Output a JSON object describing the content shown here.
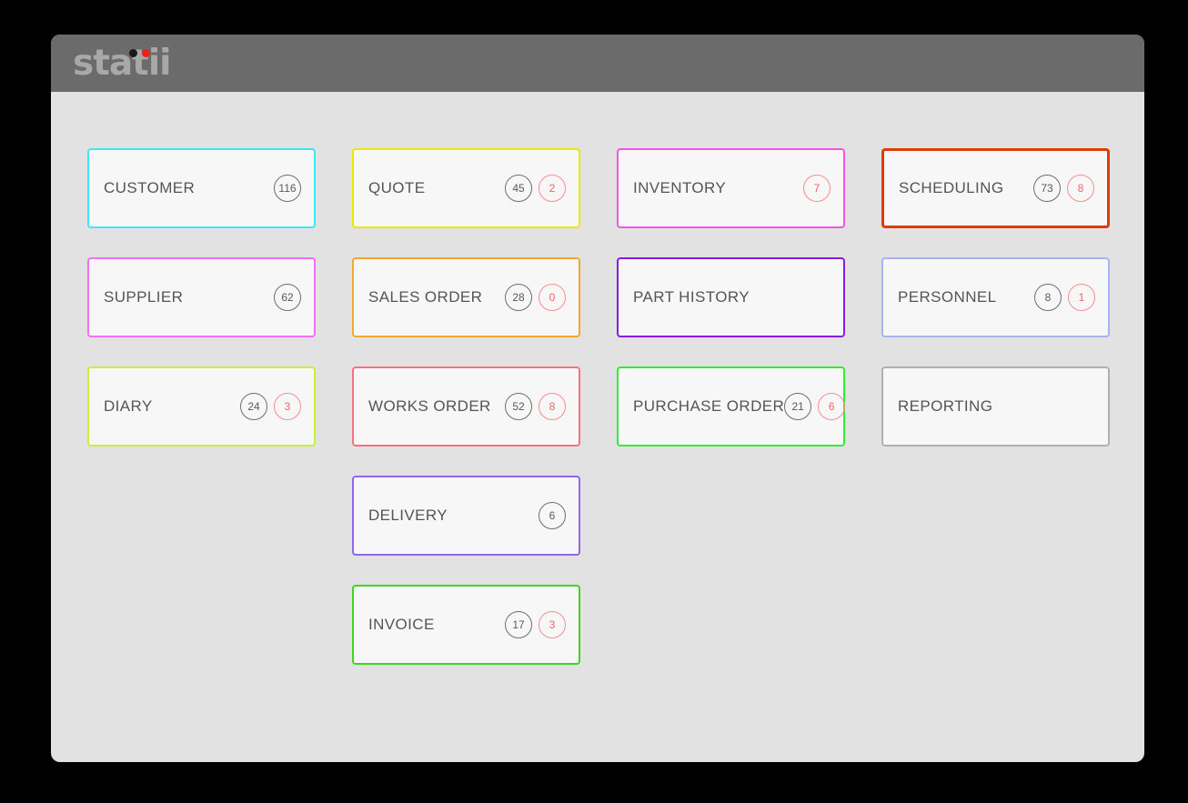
{
  "window": {
    "brand": "statii",
    "brand_dot_primary_color": "#1a1a1a",
    "brand_dot_accent_color": "#e8231c",
    "titlebar_color": "#6b6b6b",
    "body_color": "#e2e2e2"
  },
  "board": {
    "tiles": [
      {
        "label": "CUSTOMER",
        "count": "116",
        "alert": "",
        "color": "#3de8f4",
        "border_width": "2px",
        "row": 1,
        "col": 1
      },
      {
        "label": "QUOTE",
        "count": "45",
        "alert": "2",
        "color": "#ece800",
        "border_width": "2px",
        "row": 1,
        "col": 2
      },
      {
        "label": "INVENTORY",
        "count": "",
        "alert": "7",
        "color": "#f452e8",
        "border_width": "2px",
        "row": 1,
        "col": 3
      },
      {
        "label": "SCHEDULING",
        "count": "73",
        "alert": "8",
        "color": "#e03c00",
        "border_width": "3px",
        "row": 1,
        "col": 4
      },
      {
        "label": "SUPPLIER",
        "count": "62",
        "alert": "",
        "color": "#f072f0",
        "border_width": "2px",
        "row": 2,
        "col": 1
      },
      {
        "label": "SALES ORDER",
        "count": "28",
        "alert": "0",
        "color": "#f0ab2b",
        "border_width": "2px",
        "row": 2,
        "col": 2
      },
      {
        "label": "PART HISTORY",
        "count": "",
        "alert": "",
        "color": "#8b1ae0",
        "border_width": "2px",
        "row": 2,
        "col": 3
      },
      {
        "label": "PERSONNEL",
        "count": "8",
        "alert": "1",
        "color": "#a8b4ee",
        "border_width": "2px",
        "row": 2,
        "col": 4
      },
      {
        "label": "DIARY",
        "count": "24",
        "alert": "3",
        "color": "#c6f03a",
        "border_width": "2px",
        "row": 3,
        "col": 1
      },
      {
        "label": "WORKS ORDER",
        "count": "52",
        "alert": "8",
        "color": "#f4737f",
        "border_width": "2px",
        "row": 3,
        "col": 2
      },
      {
        "label": "PURCHASE ORDER",
        "count": "21",
        "alert": "6",
        "color": "#35ec35",
        "border_width": "2px",
        "row": 3,
        "col": 3
      },
      {
        "label": "REPORTING",
        "count": "",
        "alert": "",
        "color": "#b0b0b0",
        "border_width": "2px",
        "row": 3,
        "col": 4
      },
      {
        "label": "DELIVERY",
        "count": "6",
        "alert": "",
        "color": "#9166f0",
        "border_width": "2px",
        "row": 4,
        "col": 2
      },
      {
        "label": "INVOICE",
        "count": "17",
        "alert": "3",
        "color": "#3fd51a",
        "border_width": "2px",
        "row": 5,
        "col": 2
      }
    ]
  }
}
